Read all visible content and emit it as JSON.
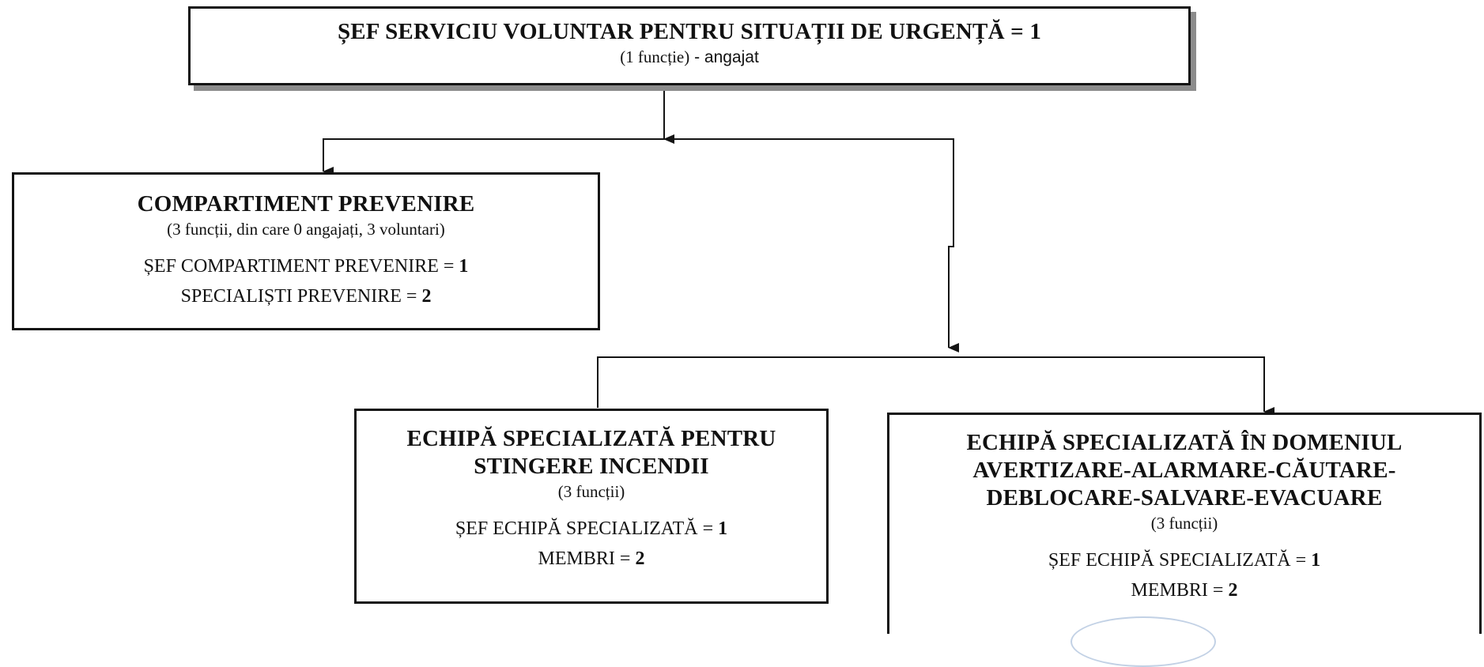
{
  "diagram": {
    "top": {
      "title": "ȘEF SERVICIU VOLUNTAR PENTRU SITUAȚII DE URGENȚĂ = 1",
      "subtitle_main": "(1 funcție)",
      "subtitle_rest": " - angajat"
    },
    "prevenire": {
      "title": "COMPARTIMENT PREVENIRE",
      "subtitle": "(3 funcții, din care 0 angajați, 3 voluntari)",
      "roles": [
        {
          "label": "ȘEF COMPARTIMENT PREVENIRE = ",
          "count": "1"
        },
        {
          "label": "SPECIALIȘTI PREVENIRE = ",
          "count": "2"
        }
      ]
    },
    "stingere": {
      "title_lines": [
        "ECHIPĂ SPECIALIZATĂ PENTRU",
        "STINGERE INCENDII"
      ],
      "subtitle": "(3 funcții)",
      "roles": [
        {
          "label": "ȘEF ECHIPĂ SPECIALIZATĂ = ",
          "count": "1"
        },
        {
          "label": "MEMBRI = ",
          "count": "2"
        }
      ]
    },
    "avertizare": {
      "title_lines": [
        "ECHIPĂ SPECIALIZATĂ ÎN DOMENIUL",
        "AVERTIZARE-ALARMARE-CĂUTARE-",
        "DEBLOCARE-SALVARE-EVACUARE"
      ],
      "subtitle": "(3 funcții)",
      "roles": [
        {
          "label": "ȘEF ECHIPĂ SPECIALIZATĂ = ",
          "count": "1"
        },
        {
          "label": "MEMBRI = ",
          "count": "2"
        }
      ]
    }
  }
}
